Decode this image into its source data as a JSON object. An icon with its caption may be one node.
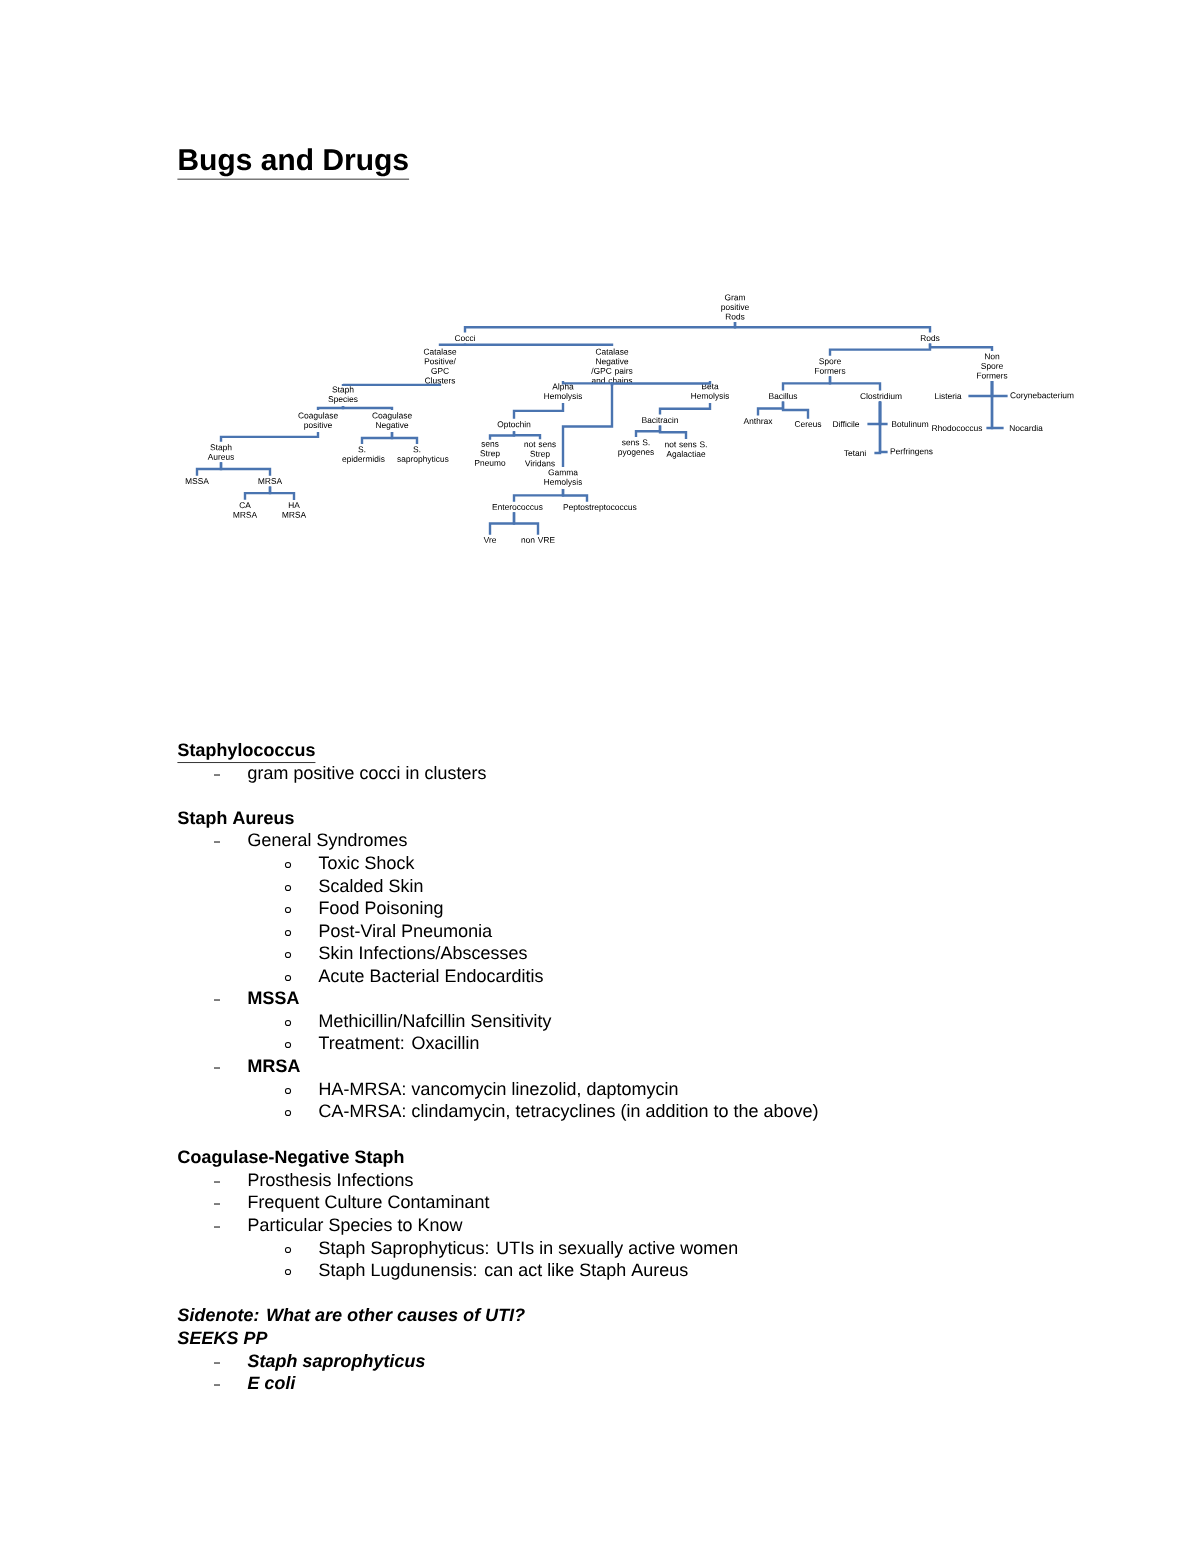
{
  "diagram": {
    "title": "Bugs and Drugs",
    "nodes": [
      {
        "text": [
          "Gram positive Rods"
        ]
      },
      {
        "text": [
          "Cocci"
        ]
      },
      {
        "text": [
          "Rods"
        ]
      },
      {
        "text": [
          "Catalase Positive/ GPC Clusters"
        ]
      },
      {
        "text": [
          "Catalase Negative /GPC pairs and chains"
        ]
      },
      {
        "text": [
          "Spore Formers"
        ]
      },
      {
        "text": [
          "Non Spore Formers"
        ]
      },
      {
        "text": [
          "Staph Species"
        ]
      },
      {
        "text": [
          "Alpha Hemolysis"
        ]
      },
      {
        "text": [
          "Beta Hemolysis"
        ]
      },
      {
        "text": [
          "Bacillus"
        ]
      },
      {
        "text": [
          "Clostridium"
        ]
      },
      {
        "text": [
          "Listeria"
        ]
      },
      {
        "text": [
          "Corynebacterium"
        ]
      },
      {
        "text": [
          "Coagulase positive"
        ]
      },
      {
        "text": [
          "Coagulase Negative"
        ]
      },
      {
        "text": [
          "Optochin"
        ]
      },
      {
        "text": [
          "Bacitracin"
        ]
      },
      {
        "text": [
          "Anthrax"
        ]
      },
      {
        "text": [
          "Cereus"
        ]
      },
      {
        "text": [
          "Difficile"
        ]
      },
      {
        "text": [
          "Botulinum"
        ]
      },
      {
        "text": [
          "Rhodococcus"
        ]
      },
      {
        "text": [
          "Nocardia"
        ]
      },
      {
        "text": [
          "Staph Aureus"
        ]
      },
      {
        "text": [
          "S. epidermidis"
        ]
      },
      {
        "text": [
          "S. saprophyticus"
        ]
      },
      {
        "text": [
          "sens Strep Pneumo"
        ]
      },
      {
        "text": [
          "not sens Strep Viridans"
        ]
      },
      {
        "text": [
          "sens S. pyogenes"
        ]
      },
      {
        "text": [
          "not sens S. Agalactiae"
        ]
      },
      {
        "text": [
          "Tetani"
        ]
      },
      {
        "text": [
          "Perfringens"
        ]
      },
      {
        "text": [
          "Gamma Hemolysis"
        ]
      },
      {
        "text": [
          "MSSA"
        ]
      },
      {
        "text": [
          "MRSA"
        ]
      },
      {
        "text": [
          "CA MRSA"
        ]
      },
      {
        "text": [
          "HA MRSA"
        ]
      },
      {
        "text": [
          "Enterococcus"
        ]
      },
      {
        "text": [
          "Peptostreptococcus"
        ]
      },
      {
        "text": [
          "Vre"
        ]
      },
      {
        "text": [
          "non VRE"
        ]
      }
    ],
    "edges": [
      {
        "from": 0,
        "to": 1,
        "arrow": "none"
      },
      {
        "from": 0,
        "to": 2,
        "arrow": "none"
      },
      {
        "from": 1,
        "to": 3,
        "arrow": "none"
      },
      {
        "from": 1,
        "to": 4,
        "arrow": "none"
      },
      {
        "from": 2,
        "to": 5,
        "arrow": "none"
      },
      {
        "from": 2,
        "to": 6,
        "arrow": "none"
      },
      {
        "from": 3,
        "to": 7,
        "arrow": "none"
      },
      {
        "from": 4,
        "to": 8,
        "arrow": "none"
      },
      {
        "from": 4,
        "to": 9,
        "arrow": "none"
      },
      {
        "from": 4,
        "to": 33,
        "arrow": "none"
      },
      {
        "from": 5,
        "to": 10,
        "arrow": "none"
      },
      {
        "from": 5,
        "to": 11,
        "arrow": "none"
      },
      {
        "from": 6,
        "to": 12,
        "arrow": "none"
      },
      {
        "from": 6,
        "to": 13,
        "arrow": "none"
      },
      {
        "from": 6,
        "to": 22,
        "arrow": "none"
      },
      {
        "from": 6,
        "to": 23,
        "arrow": "none"
      },
      {
        "from": 7,
        "to": 14,
        "arrow": "none"
      },
      {
        "from": 7,
        "to": 15,
        "arrow": "none"
      },
      {
        "from": 14,
        "to": 24,
        "arrow": "none"
      },
      {
        "from": 15,
        "to": 25,
        "arrow": "none"
      },
      {
        "from": 15,
        "to": 26,
        "arrow": "none"
      },
      {
        "from": 8,
        "to": 16,
        "arrow": "none"
      },
      {
        "from": 9,
        "to": 17,
        "arrow": "none"
      },
      {
        "from": 16,
        "to": 27,
        "arrow": "none"
      },
      {
        "from": 16,
        "to": 28,
        "arrow": "none"
      },
      {
        "from": 17,
        "to": 29,
        "arrow": "none"
      },
      {
        "from": 17,
        "to": 30,
        "arrow": "none"
      },
      {
        "from": 10,
        "to": 18,
        "arrow": "none"
      },
      {
        "from": 10,
        "to": 19,
        "arrow": "none"
      },
      {
        "from": 11,
        "to": 20,
        "arrow": "none"
      },
      {
        "from": 11,
        "to": 21,
        "arrow": "none"
      },
      {
        "from": 11,
        "to": 31,
        "arrow": "none"
      },
      {
        "from": 11,
        "to": 32,
        "arrow": "none"
      },
      {
        "from": 24,
        "to": 34,
        "arrow": "none"
      },
      {
        "from": 24,
        "to": 35,
        "arrow": "none"
      },
      {
        "from": 35,
        "to": 36,
        "arrow": "none"
      },
      {
        "from": 35,
        "to": 37,
        "arrow": "none"
      },
      {
        "from": 33,
        "to": 38,
        "arrow": "none"
      },
      {
        "from": 33,
        "to": 39,
        "arrow": "none"
      },
      {
        "from": 38,
        "to": 40,
        "arrow": "none"
      },
      {
        "from": 38,
        "to": 41,
        "arrow": "none"
      }
    ],
    "labels": [
      "Staphylococcus",
      "gram positive cocci in clusters",
      "Staph Aureus",
      "General Syndromes",
      "Toxic Shock",
      "Scalded Skin",
      "Food Poisoning",
      "Post-Viral Pneumonia",
      "Skin Infections/Abscesses",
      "Acute Bacterial Endocarditis",
      "MSSA",
      "Methicillin/Nafcillin Sensitivity",
      "Treatment: Oxacillin",
      "MRSA",
      "HA-MRSA: vancomycin linezolid, daptomycin",
      "CA-MRSA: clindamycin, tetracyclines (in addition to the above)",
      "Coagulase-Negative Staph",
      "Prosthesis Infections",
      "Frequent Culture Contaminant",
      "Particular Species to Know",
      "Staph Saprophyticus: UTIs in sexually active women",
      "Staph Lugdunensis: can act like Staph Aureus",
      "Sidenote: What are other causes of UTI?",
      "SEEKS PP",
      "Staph saprophyticus",
      "E coli"
    ]
  }
}
